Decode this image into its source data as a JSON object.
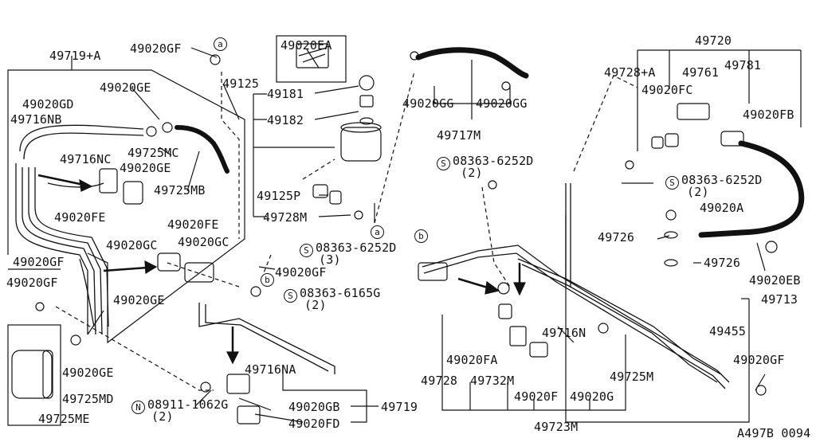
{
  "labels": {
    "p49719A": "49719+A",
    "p49020GF_a": "49020GF",
    "p49020EA": "49020EA",
    "p49720": "49720",
    "p49728A": "49728+A",
    "p49761": "49761",
    "p49781": "49781",
    "p49020GE_a": "49020GE",
    "p49125": "49125",
    "p49181": "49181",
    "p49020GD": "49020GD",
    "p49716NB": "49716NB",
    "p49182": "49182",
    "p49020GG_a": "49020GG",
    "p49020GG_b": "49020GG",
    "p49020FC": "49020FC",
    "p49020FB": "49020FB",
    "p49716NC": "49716NC",
    "p49725MC": "49725MC",
    "p49020GE_b": "49020GE",
    "p49717M": "49717M",
    "p49725MB": "49725MB",
    "p49125P": "49125P",
    "p49728M": "49728M",
    "p49020FE_a": "49020FE",
    "p49020A": "49020A",
    "p49726_a": "49726",
    "p49020GC_a": "49020GC",
    "p49020FE_b": "49020FE",
    "p49020GC_b": "49020GC",
    "p49020GF_b": "49020GF",
    "p49726_b": "49726",
    "p49020GF_c": "49020GF",
    "p49020GF_d": "49020GF",
    "p49020EB": "49020EB",
    "p49713": "49713",
    "p49020GE_c": "49020GE",
    "p49455": "49455",
    "p49716N": "49716N",
    "p49020FA": "49020FA",
    "p49020GF_e": "49020GF",
    "p49020GE_d": "49020GE",
    "p49725MD": "49725MD",
    "p49716NA": "49716NA",
    "p49728": "49728",
    "p49732M": "49732M",
    "p49725M": "49725M",
    "p49020F": "49020F",
    "p49020G": "49020G",
    "p49020GB": "49020GB",
    "p49719": "49719",
    "p49725ME": "49725ME",
    "p49020FD": "49020FD",
    "p49723M": "49723M",
    "diagram_code": "A497B 0094"
  },
  "bolts": {
    "b1": {
      "sym": "S",
      "code": "08363-6252D",
      "qty": "(2)"
    },
    "b2": {
      "sym": "S",
      "code": "08363-6252D",
      "qty": "(2)"
    },
    "b3": {
      "sym": "S",
      "code": "08363-6252D",
      "qty": "(3)"
    },
    "b4": {
      "sym": "S",
      "code": "08363-6165G",
      "qty": "(2)"
    },
    "b5": {
      "sym": "N",
      "code": "08911-1062G",
      "qty": "(2)"
    }
  },
  "refs": {
    "a": "a",
    "b": "b"
  }
}
